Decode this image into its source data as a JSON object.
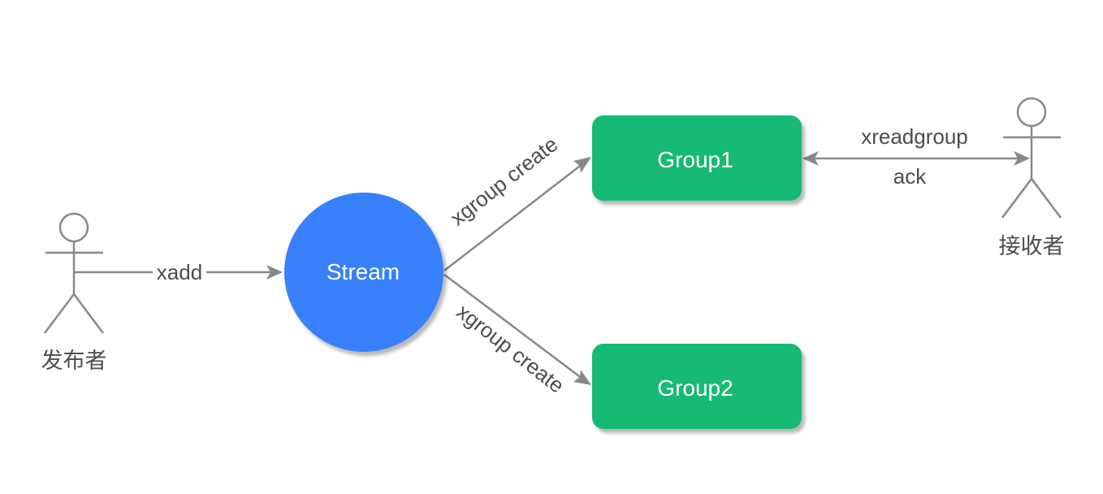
{
  "colors": {
    "stream_fill": "#3880fc",
    "group_fill": "#12ba74",
    "stroke": "#888888",
    "text_dark": "#4d4d4d",
    "text_light": "#ffffff"
  },
  "actors": {
    "publisher": {
      "label": "发布者",
      "icon": "stick-figure-icon"
    },
    "receiver": {
      "label": "接收者",
      "icon": "stick-figure-icon"
    }
  },
  "nodes": {
    "stream": {
      "label": "Stream",
      "shape": "circle"
    },
    "group1": {
      "label": "Group1",
      "shape": "rounded-rectangle"
    },
    "group2": {
      "label": "Group2",
      "shape": "rounded-rectangle"
    }
  },
  "edges": {
    "publisher_to_stream": {
      "label": "xadd"
    },
    "stream_to_group1": {
      "label": "xgroup create"
    },
    "stream_to_group2": {
      "label": "xgroup create"
    },
    "group1_receiver": {
      "label_top": "xreadgroup",
      "label_bottom": "ack"
    }
  }
}
